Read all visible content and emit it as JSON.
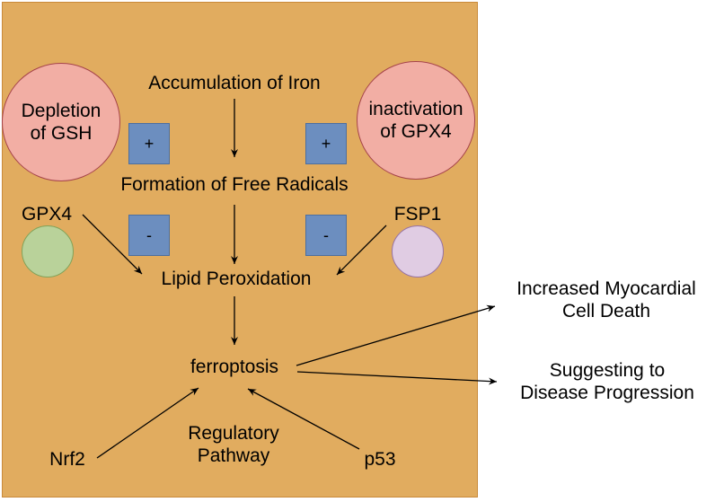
{
  "nodes": {
    "iron": "Accumulation of Iron",
    "radicals": "Formation of Free Radicals",
    "lipid": "Lipid Peroxidation",
    "ferroptosis": "ferroptosis",
    "regulatory": [
      "Regulatory",
      "Pathway"
    ],
    "nrf2": "Nrf2",
    "p53": "p53",
    "gpx4_label": "GPX4",
    "fsp1_label": "FSP1",
    "depletion_gsh": [
      "Depletion",
      "of GSH"
    ],
    "inactivation_gpx4": [
      "inactivation",
      "of GPX4"
    ],
    "outcome_death": [
      "Increased Myocardial",
      "Cell Death"
    ],
    "outcome_progression": [
      "Suggesting to",
      "Disease Progression"
    ]
  },
  "signs": {
    "plus_left": "+",
    "plus_right": "+",
    "minus_left": "-",
    "minus_right": "-"
  },
  "colors": {
    "panel": "#e1ac5f",
    "pink_circle": "#f2aea4",
    "green_circle": "#b9d29a",
    "purple_circle": "#e0cce3",
    "sign_box": "#6c8ebf"
  }
}
